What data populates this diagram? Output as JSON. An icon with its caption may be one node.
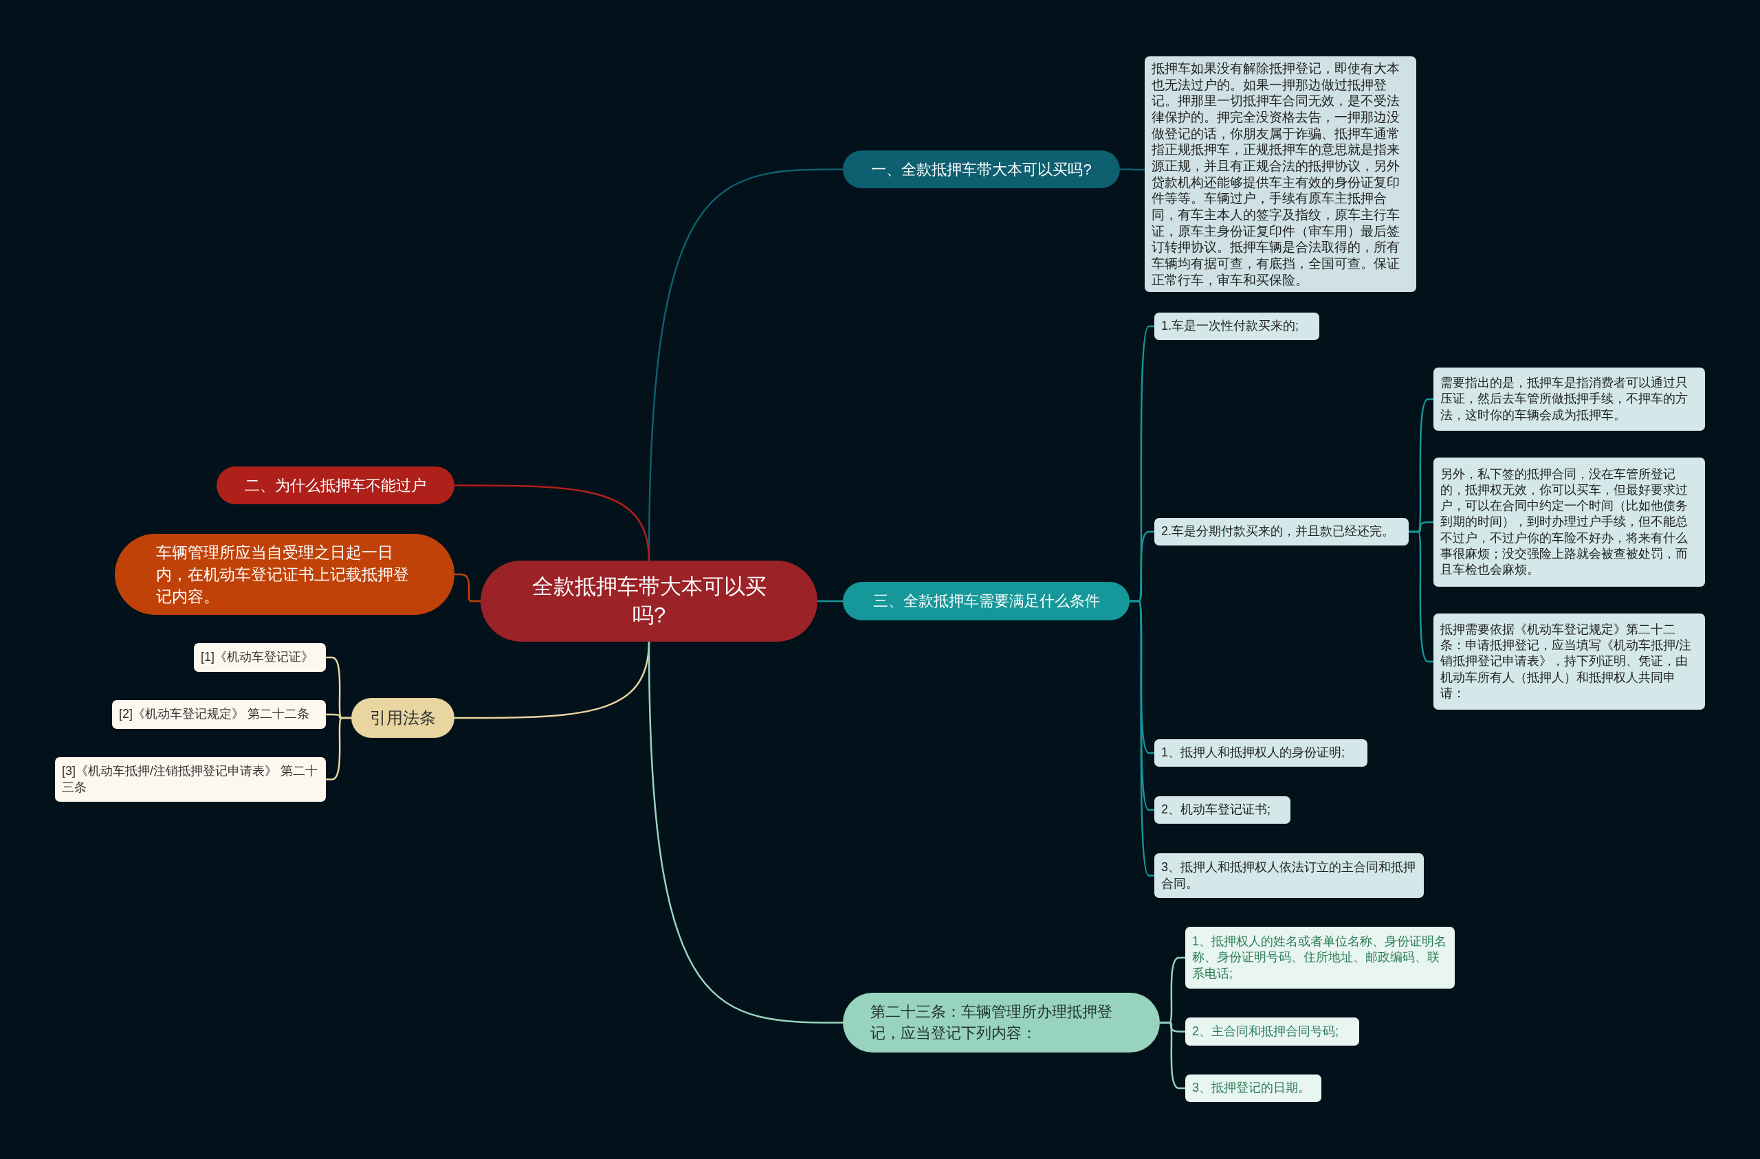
{
  "diagram": {
    "nodes": [
      {
        "text": [
          "全款抵押车带大本可以买吗?"
        ]
      },
      {
        "text": [
          "一、全款抵押车带大本可以买吗?"
        ]
      },
      {
        "text": [
          "抵押车如果没有解除抵押登记，即使有大本也无法过户的。如果一押那边做过抵押登记。押那里一切抵押车合同无效，是不受法律保护的。押完全没资格去告，一押那边没做登记的话，你朋友属于诈骗、抵押车通常指正规抵押车，正规抵押车的意思就是指来源正规，并且有正规合法的抵押协议，另外贷款机构还能够提供车主有效的身份证复印件等等。车辆过户，手续有原车主抵押合同，有车主本人的签字及指纹，原车主行车证，原车主身份证复印件（审车用）最后签订转押协议。抵押车辆是合法取得的，所有车辆均有据可查，有底挡，全国可查。保证正常行车，审车和买保险。"
        ]
      },
      {
        "text": [
          "二、为什么抵押车不能过户"
        ]
      },
      {
        "text": [
          "车辆管理所应当自受理之日起一日内，在机动车登记证书上记载抵押登记内容。"
        ]
      },
      {
        "text": [
          "引用法条"
        ]
      },
      {
        "text": [
          "[1]《机动车登记证》"
        ]
      },
      {
        "text": [
          "[2]《机动车登记规定》 第二十二条"
        ]
      },
      {
        "text": [
          "[3]《机动车抵押/注销抵押登记申请表》 第二十三条"
        ]
      },
      {
        "text": [
          "三、全款抵押车需要满足什么条件"
        ]
      },
      {
        "text": [
          "1.车是一次性付款买来的;"
        ]
      },
      {
        "text": [
          "2.车是分期付款买来的，并且款已经还完。"
        ]
      },
      {
        "text": [
          "需要指出的是，抵押车是指消费者可以通过只压证，然后去车管所做抵押手续，不押车的方法，这时你的车辆会成为抵押车。"
        ]
      },
      {
        "text": [
          "另外，私下签的抵押合同，没在车管所登记的，抵押权无效，你可以买车，但最好要求过户，可以在合同中约定一个时间（比如他债务到期的时间），到时办理过户手续，但不能总不过户，不过户你的车险不好办，将来有什么事很麻烦；没交强险上路就会被查被处罚，而且车检也会麻烦。"
        ]
      },
      {
        "text": [
          "抵押需要依据《机动车登记规定》第二十二条：申请抵押登记，应当填写《机动车抵押/注销抵押登记申请表》，持下列证明、凭证，由机动车所有人（抵押人）和抵押权人共同申请："
        ]
      },
      {
        "text": [
          "1、抵押人和抵押权人的身份证明;"
        ]
      },
      {
        "text": [
          "2、机动车登记证书;"
        ]
      },
      {
        "text": [
          "3、抵押人和抵押权人依法订立的主合同和抵押合同。"
        ]
      },
      {
        "text": [
          "第二十三条：车辆管理所办理抵押登记，应当登记下列内容："
        ]
      },
      {
        "text": [
          "1、抵押权人的姓名或者单位名称、身份证明名称、身份证明号码、住所地址、邮政编码、联系电话;"
        ]
      },
      {
        "text": [
          "2、主合同和抵押合同号码;"
        ]
      },
      {
        "text": [
          "3、抵押登记的日期。"
        ]
      }
    ],
    "edges": [
      {
        "from": 0,
        "to": 1,
        "arrow": "none",
        "color": "#0e5f70"
      },
      {
        "from": 1,
        "to": 2,
        "arrow": "none",
        "color": "#0e5f70"
      },
      {
        "from": 0,
        "to": 3,
        "arrow": "none",
        "color": "#b0201a"
      },
      {
        "from": 0,
        "to": 4,
        "arrow": "none",
        "color": "#c04208"
      },
      {
        "from": 0,
        "to": 5,
        "arrow": "none",
        "color": "#e8d5a0"
      },
      {
        "from": 5,
        "to": 6,
        "arrow": "none",
        "color": "#e8d5a0"
      },
      {
        "from": 5,
        "to": 7,
        "arrow": "none",
        "color": "#e8d5a0"
      },
      {
        "from": 5,
        "to": 8,
        "arrow": "none",
        "color": "#e8d5a0"
      },
      {
        "from": 0,
        "to": 9,
        "arrow": "none"
      },
      {
        "from": 9,
        "to": 10,
        "arrow": "none"
      },
      {
        "from": 9,
        "to": 11,
        "arrow": "none"
      },
      {
        "from": 11,
        "to": 12,
        "arrow": "none"
      },
      {
        "from": 11,
        "to": 13,
        "arrow": "none"
      },
      {
        "from": 11,
        "to": 14,
        "arrow": "none"
      },
      {
        "from": 9,
        "to": 15,
        "arrow": "none"
      },
      {
        "from": 9,
        "to": 16,
        "arrow": "none"
      },
      {
        "from": 9,
        "to": 17,
        "arrow": "none"
      },
      {
        "from": 0,
        "to": 18,
        "arrow": "none",
        "color": "#98d3bd"
      },
      {
        "from": 18,
        "to": 19,
        "arrow": "none",
        "color": "#98d3bd"
      },
      {
        "from": 18,
        "to": 20,
        "arrow": "none",
        "color": "#98d3bd"
      },
      {
        "from": 18,
        "to": 21,
        "arrow": "none",
        "color": "#98d3bd"
      }
    ]
  }
}
